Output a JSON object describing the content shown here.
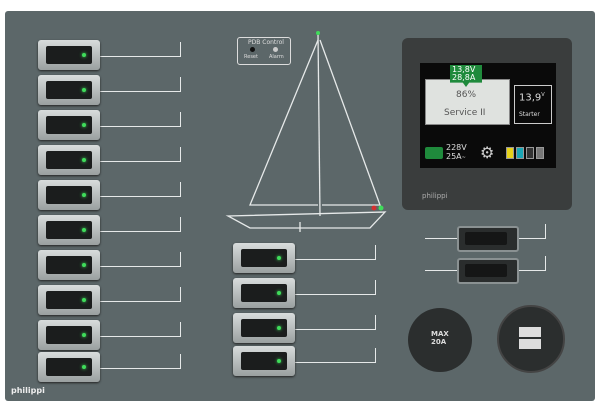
{
  "pdb_control": {
    "title": "PDB Control",
    "reset": "Reset",
    "alarm": "Alarm"
  },
  "display": {
    "service_voltage": "13,8V",
    "service_current": "28,8A",
    "service_soc": "86%",
    "service_label": "Service II",
    "starter_voltage": "13,9",
    "starter_unit": "V",
    "starter_label": "Starter",
    "shore_voltage": "228V",
    "shore_current": "25A",
    "shore_current_suffix": "~",
    "brand": "philippi",
    "colors": {
      "accent": "#1f8a3c",
      "tank1": "#e6d21a",
      "tank2": "#1aa6b5"
    }
  },
  "socket": {
    "label_line1": "MAX",
    "label_line2": "20A"
  },
  "panel_brand": "philippi",
  "switches": {
    "left_count": 10,
    "middle_count": 4,
    "small_count": 2,
    "led_color": "#3fdc5a"
  }
}
